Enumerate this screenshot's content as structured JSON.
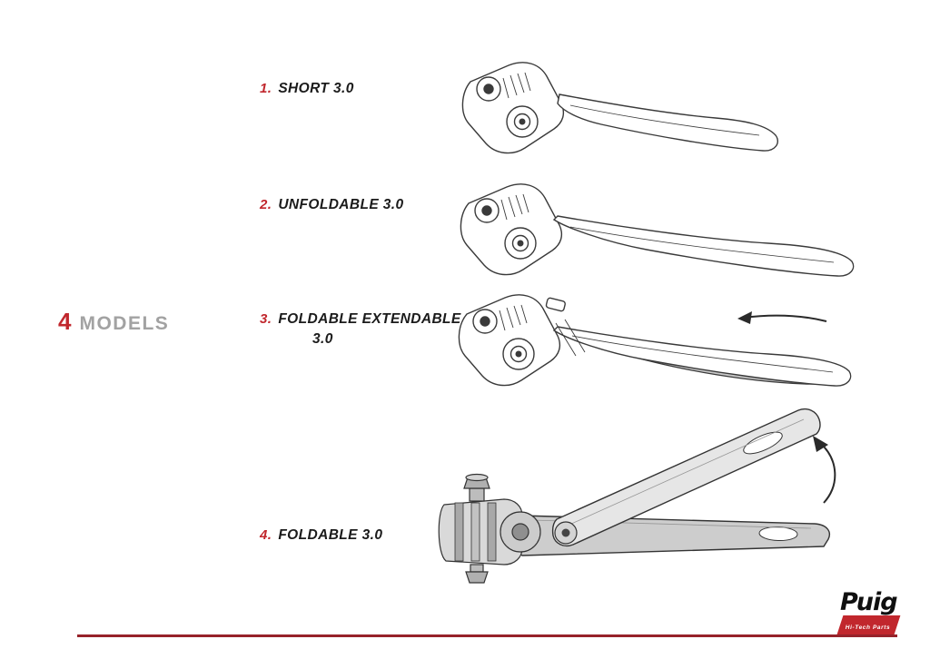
{
  "page": {
    "background": "#ffffff",
    "accent_red": "#c1272d",
    "heading_gray": "#a2a2a2",
    "rule_color": "#96222a",
    "line_art_color": "#3a3a3a",
    "shaded_part_color": "#c6c6c6"
  },
  "heading": {
    "count": "4",
    "word": "MODELS"
  },
  "models": [
    {
      "number": "1.",
      "name": "SHORT 3.0",
      "name_line2": ""
    },
    {
      "number": "2.",
      "name": "UNFOLDABLE 3.0",
      "name_line2": ""
    },
    {
      "number": "3.",
      "name": "FOLDABLE EXTENDABLE",
      "name_line2": "3.0"
    },
    {
      "number": "4.",
      "name": "FOLDABLE 3.0",
      "name_line2": ""
    }
  ],
  "illustrations": [
    {
      "id": "short-lever-drawing"
    },
    {
      "id": "unfoldable-lever-drawing"
    },
    {
      "id": "foldable-extendable-lever-drawing",
      "arrow": "extend-direction-left"
    },
    {
      "id": "foldable-lever-drawing",
      "arrow": "fold-up-direction"
    }
  ],
  "logo": {
    "brand": "Puig",
    "tagline": "Hi-Tech Parts"
  }
}
